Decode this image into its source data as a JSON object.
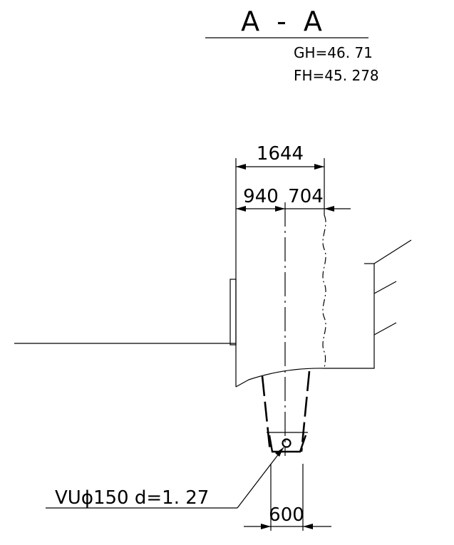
{
  "section": {
    "title": "A - A",
    "gh": "GH=46. 71",
    "fh": "FH=45. 278"
  },
  "dimensions": {
    "overall": "1644",
    "left": "940",
    "right": "704",
    "bottom": "600"
  },
  "callout": {
    "label": "VUϕ150  d=1. 27"
  }
}
